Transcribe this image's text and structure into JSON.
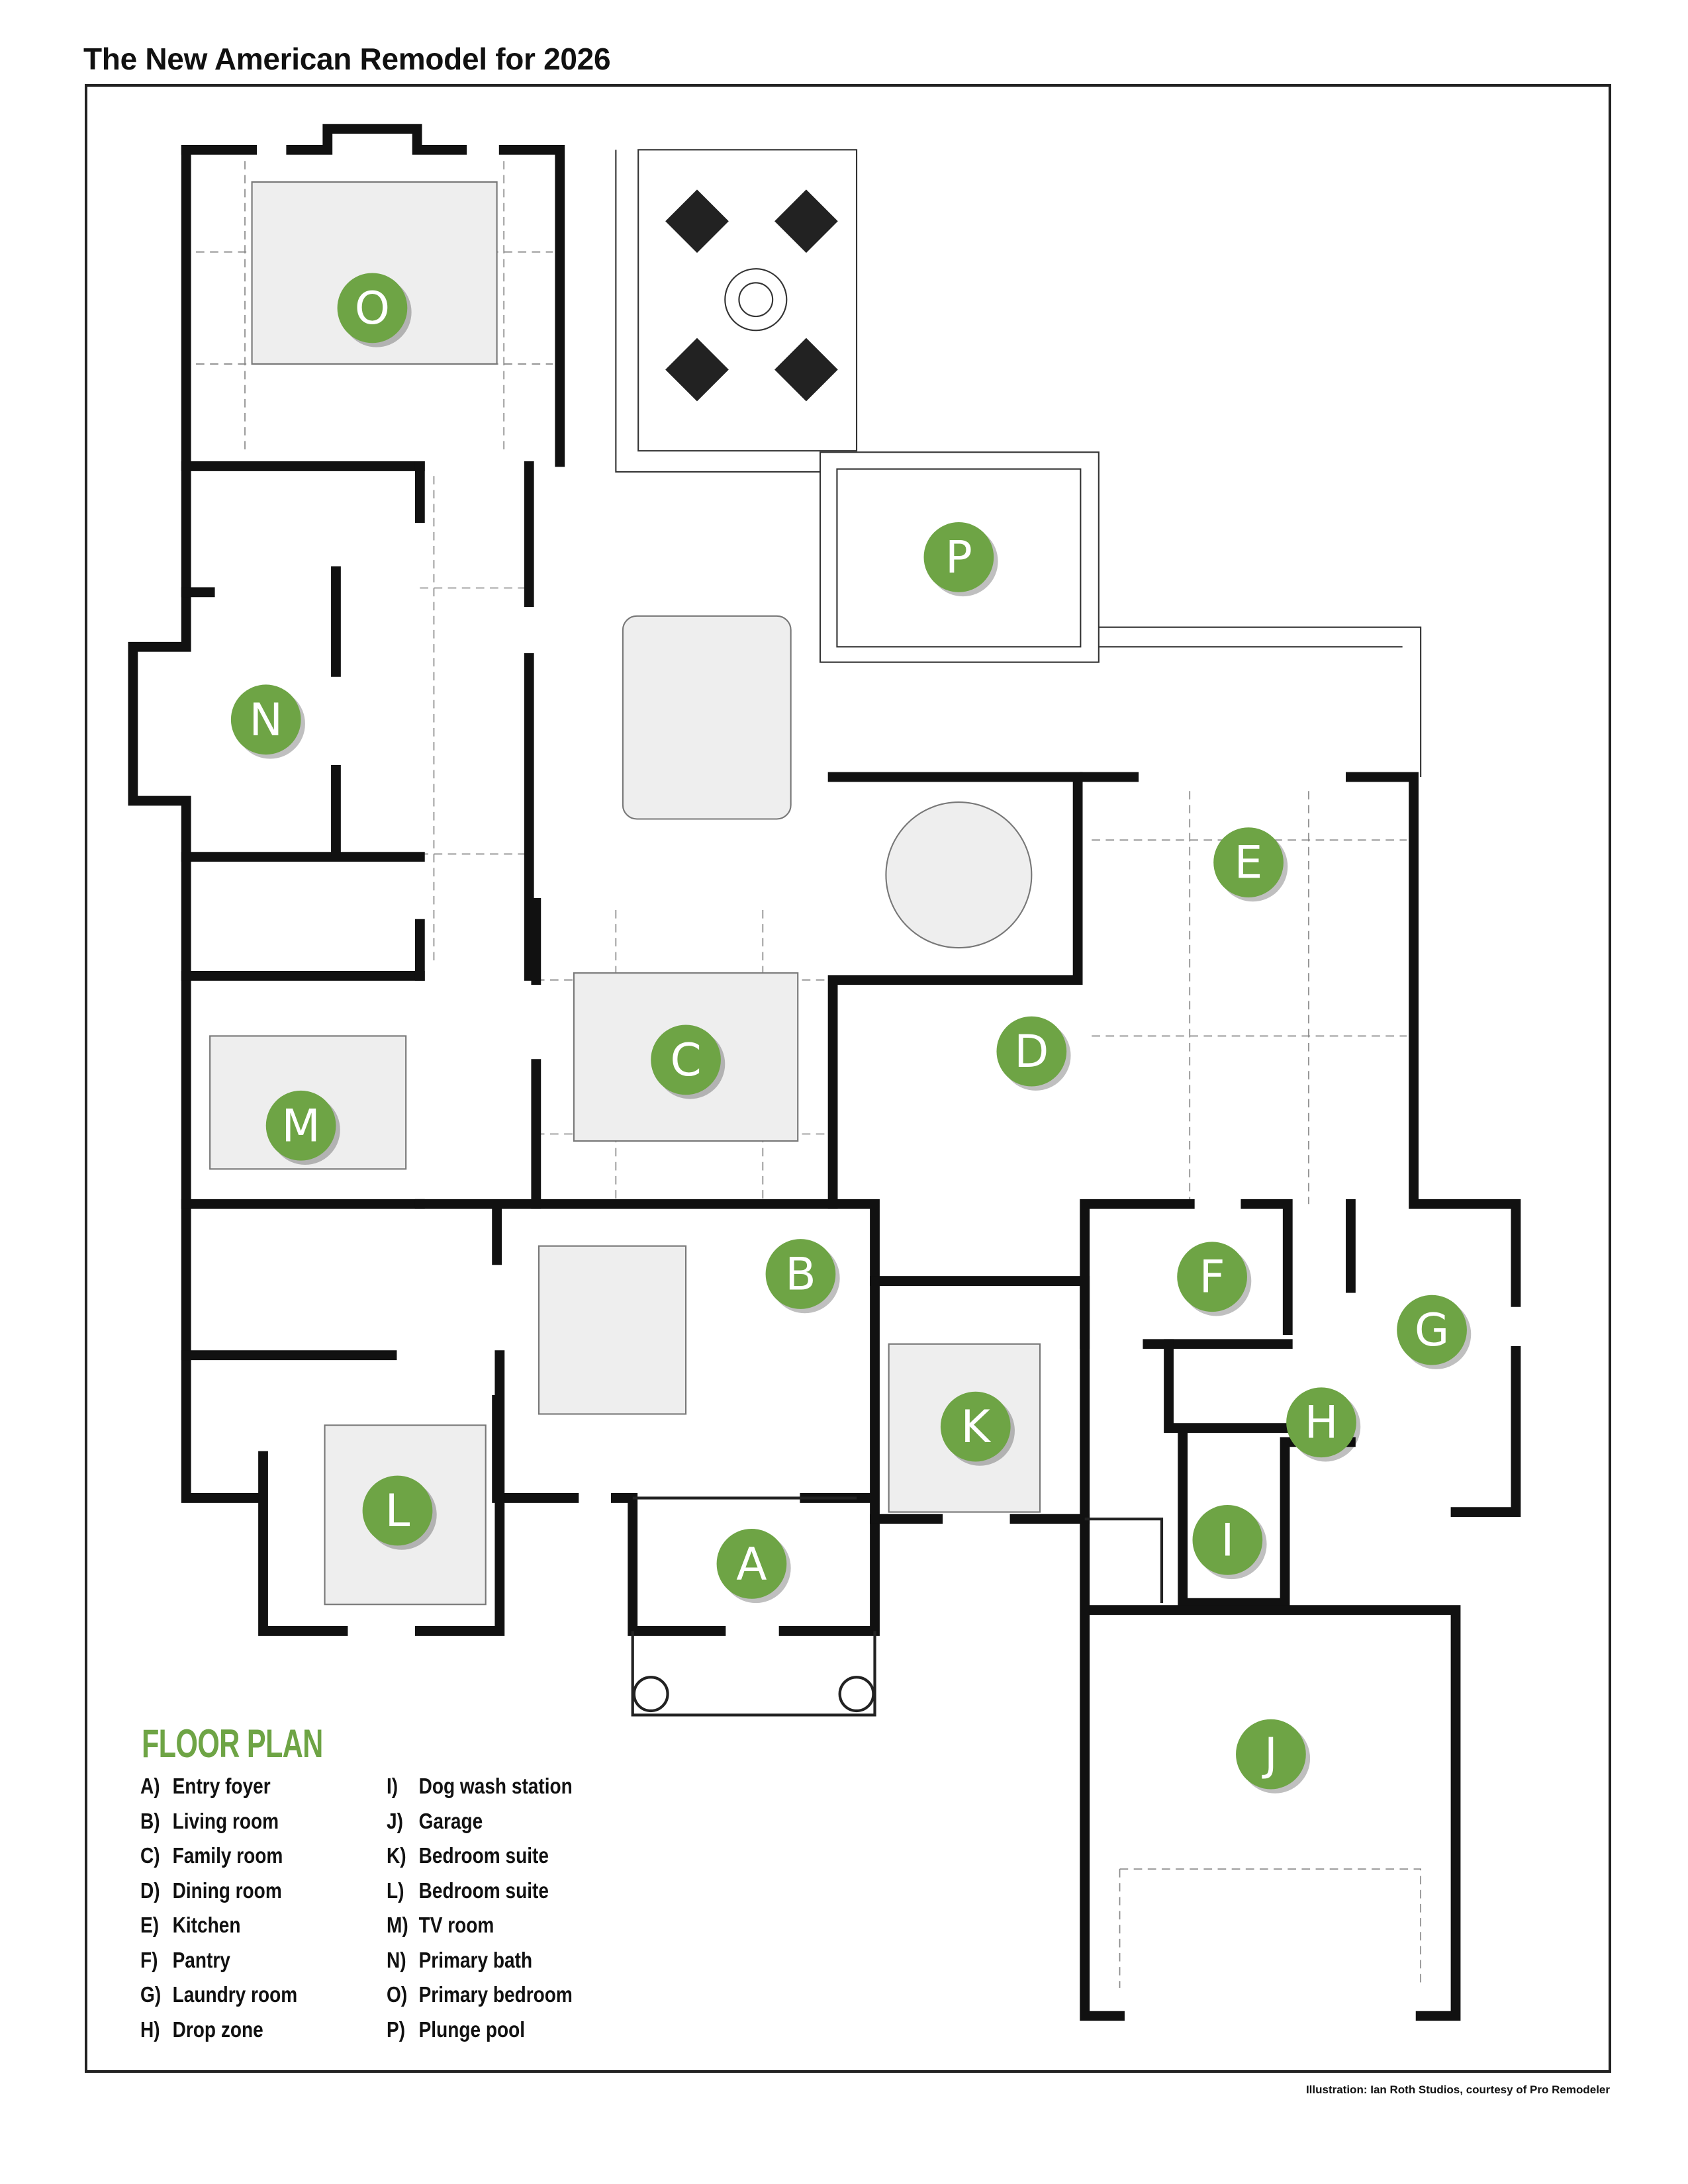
{
  "title": "The New American Remodel for 2026",
  "colors": {
    "accent": "#6ea445",
    "wall": "#111111"
  },
  "legend": {
    "heading": "FLOOR PLAN",
    "items": [
      {
        "key": "A)",
        "label": "Entry foyer"
      },
      {
        "key": "B)",
        "label": "Living room"
      },
      {
        "key": "C)",
        "label": "Family room"
      },
      {
        "key": "D)",
        "label": "Dining room"
      },
      {
        "key": "E)",
        "label": "Kitchen"
      },
      {
        "key": "F)",
        "label": "Pantry"
      },
      {
        "key": "G)",
        "label": "Laundry room"
      },
      {
        "key": "H)",
        "label": "Drop zone"
      },
      {
        "key": "I)",
        "label": "Dog wash station"
      },
      {
        "key": "J)",
        "label": "Garage"
      },
      {
        "key": "K)",
        "label": "Bedroom suite"
      },
      {
        "key": "L)",
        "label": "Bedroom suite"
      },
      {
        "key": "M)",
        "label": "TV room"
      },
      {
        "key": "N)",
        "label": "Primary bath"
      },
      {
        "key": "O)",
        "label": "Primary bedroom"
      },
      {
        "key": "P)",
        "label": "Plunge pool"
      }
    ]
  },
  "markers": [
    "A",
    "B",
    "C",
    "D",
    "E",
    "F",
    "G",
    "H",
    "I",
    "J",
    "K",
    "L",
    "M",
    "N",
    "O",
    "P"
  ],
  "caption": "Illustration: Ian Roth Studios, courtesy of Pro Remodeler"
}
